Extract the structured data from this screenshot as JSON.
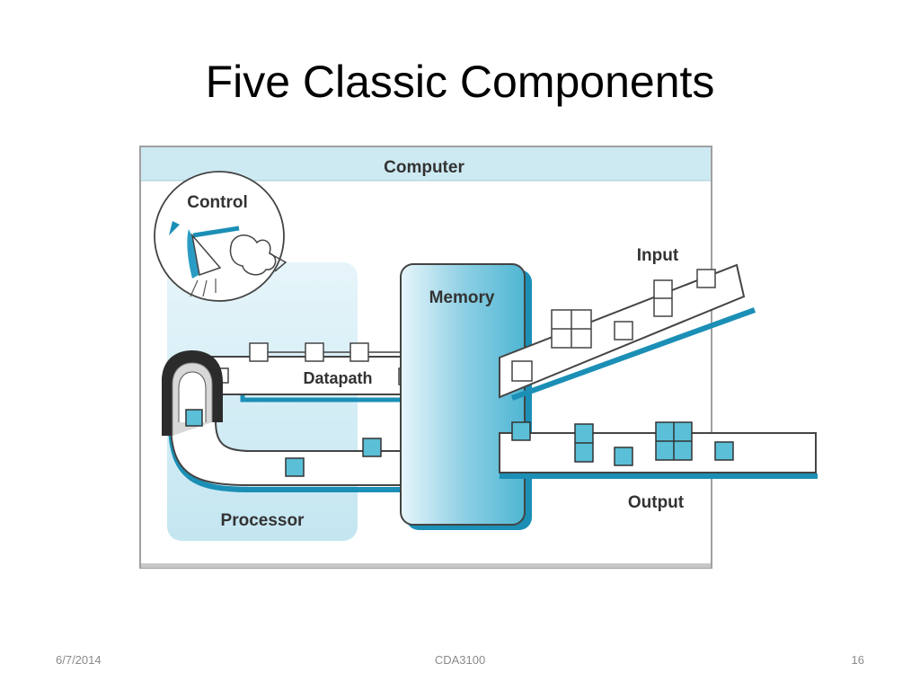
{
  "slide": {
    "title": "Five Classic Components"
  },
  "diagram": {
    "computer_label": "Computer",
    "control_label": "Control",
    "datapath_label": "Datapath",
    "processor_label": "Processor",
    "memory_label": "Memory",
    "input_label": "Input",
    "output_label": "Output",
    "colors": {
      "box_fill": "#5bbfd8",
      "panel_header": "#cdeaf3",
      "processor_panel": "#d4eef6",
      "memory_fill": "#9cd7e8",
      "border": "#a0a0a0"
    }
  },
  "footer": {
    "date": "6/7/2014",
    "course": "CDA3100",
    "page": "16"
  }
}
